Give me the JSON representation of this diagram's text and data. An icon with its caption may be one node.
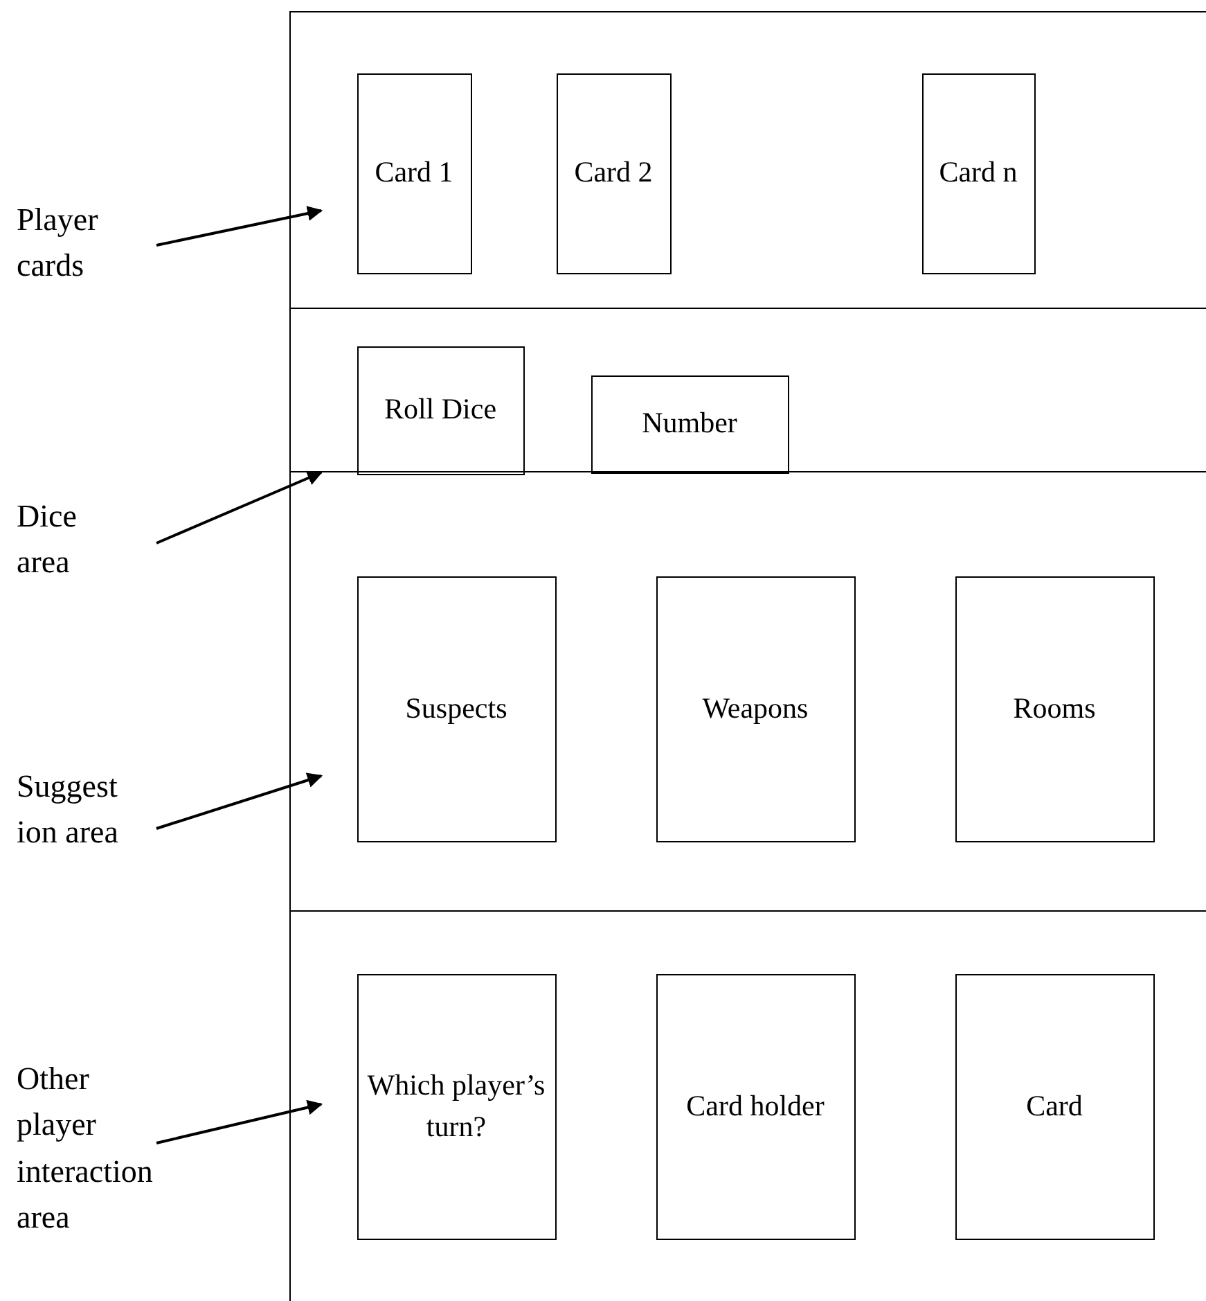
{
  "diagram": {
    "nodes": [
      {
        "text": [],
        "shape": "box"
      },
      {
        "text": [
          "Card 1"
        ],
        "in": 0
      },
      {
        "text": [
          "Card 2"
        ],
        "in": 0
      },
      {
        "text": [
          "Card n"
        ],
        "in": 0
      },
      {
        "text": [
          "Player cards"
        ]
      },
      {
        "text": [],
        "shape": "box"
      },
      {
        "text": [
          "Roll Dice"
        ],
        "in": 5
      },
      {
        "text": [
          "Number"
        ],
        "in": 5
      },
      {
        "text": [
          "Dice area"
        ]
      },
      {
        "text": [],
        "shape": "box"
      },
      {
        "text": [
          "Suspects"
        ],
        "in": 9
      },
      {
        "text": [
          "Weapons"
        ],
        "in": 9
      },
      {
        "text": [
          "Rooms"
        ],
        "in": 9
      },
      {
        "text": [
          "Suggest ion area"
        ]
      },
      {
        "text": [],
        "shape": "box"
      },
      {
        "text": [
          "Which player’s turn?"
        ],
        "in": 14
      },
      {
        "text": [
          "Card holder"
        ],
        "in": 14
      },
      {
        "text": [
          "Card"
        ],
        "in": 14
      },
      {
        "text": [
          "Other player interaction area"
        ]
      }
    ],
    "edges": [
      {
        "from": 4,
        "to": 0,
        "arrow": "to"
      },
      {
        "from": 8,
        "to": 5,
        "arrow": "to"
      },
      {
        "from": 13,
        "to": 9,
        "arrow": "to"
      },
      {
        "from": 18,
        "to": 14,
        "arrow": "to"
      }
    ]
  }
}
